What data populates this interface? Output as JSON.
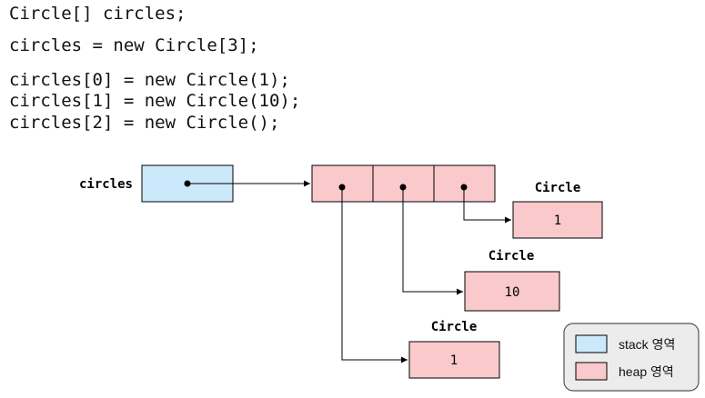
{
  "code": {
    "line1": "Circle[] circles;",
    "line2": "circles = new Circle[3];",
    "line3": "circles[0] = new Circle(1);",
    "line4": "circles[1] = new Circle(10);",
    "line5": "circles[2] = new Circle();"
  },
  "diagram": {
    "variable_label": "circles",
    "objects": [
      {
        "title": "Circle",
        "value": "1"
      },
      {
        "title": "Circle",
        "value": "10"
      },
      {
        "title": "Circle",
        "value": "1"
      }
    ]
  },
  "legend": {
    "stack_label": "stack 영역",
    "heap_label": "heap 영역"
  },
  "colors": {
    "stack_fill": "#cce9fb",
    "heap_fill": "#f9c9cb",
    "legend_bg": "#ececec"
  }
}
